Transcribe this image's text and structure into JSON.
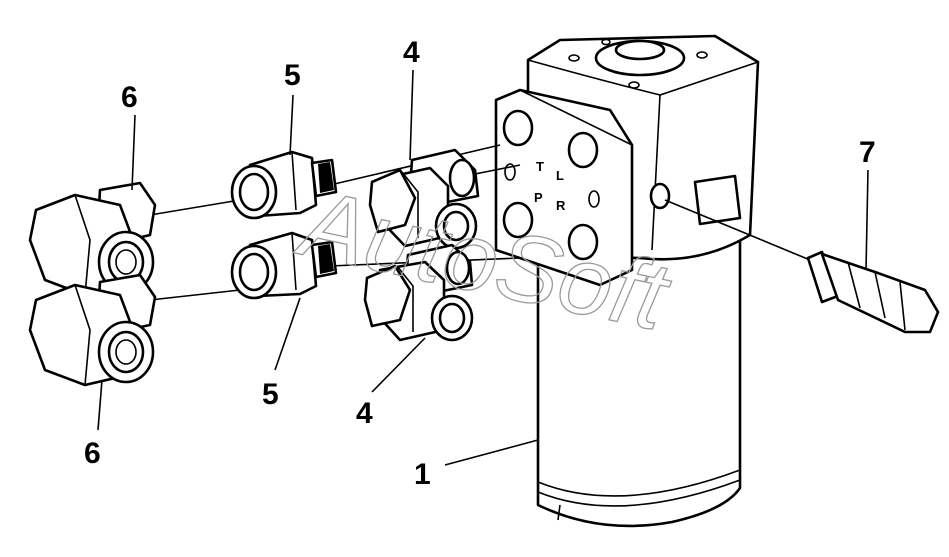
{
  "diagram": {
    "callouts": [
      {
        "id": "c1",
        "label": "1"
      },
      {
        "id": "c4a",
        "label": "4"
      },
      {
        "id": "c4b",
        "label": "4"
      },
      {
        "id": "c5a",
        "label": "5"
      },
      {
        "id": "c5b",
        "label": "5"
      },
      {
        "id": "c6a",
        "label": "6"
      },
      {
        "id": "c6b",
        "label": "6"
      },
      {
        "id": "c7",
        "label": "7"
      }
    ],
    "port_labels": {
      "t": "T",
      "l": "L",
      "p": "P",
      "r": "R"
    },
    "watermark": "AutoSoft"
  }
}
